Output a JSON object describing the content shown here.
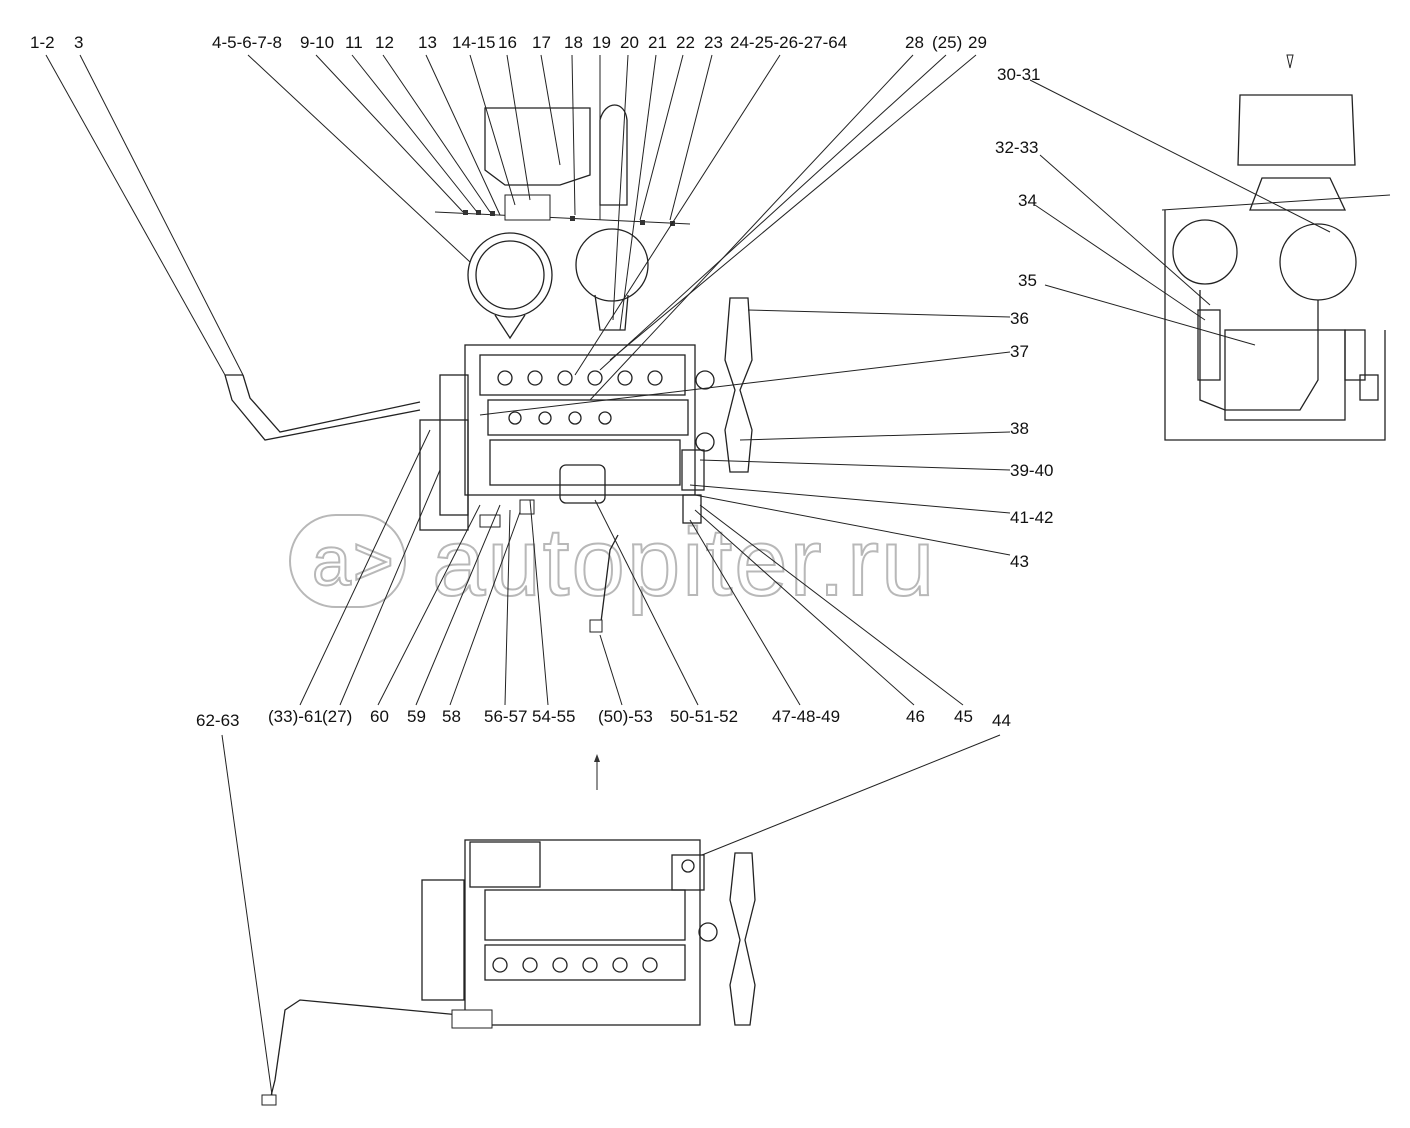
{
  "watermark": {
    "text": "autopiter.ru"
  },
  "callouts": {
    "top": [
      "1-2",
      "3",
      "4-5-6-7-8",
      "9-10",
      "11",
      "12",
      "13",
      "14-15",
      "16",
      "17",
      "18",
      "19",
      "20",
      "21",
      "22",
      "23",
      "24-25-26-27-64",
      "28",
      "(25)",
      "29"
    ],
    "right": [
      "30-31",
      "32-33",
      "34",
      "35",
      "36",
      "37",
      "38",
      "39-40",
      "41-42",
      "43"
    ],
    "bottom": [
      "(33)-61",
      "(27)",
      "60",
      "59",
      "58",
      "56-57",
      "54-55",
      "(50)-53",
      "50-51-52",
      "47-48-49",
      "46",
      "45",
      "44",
      "62-63"
    ]
  },
  "colors": {
    "line": "#222222",
    "watermark": "#b8b8b8",
    "background": "#ffffff"
  }
}
